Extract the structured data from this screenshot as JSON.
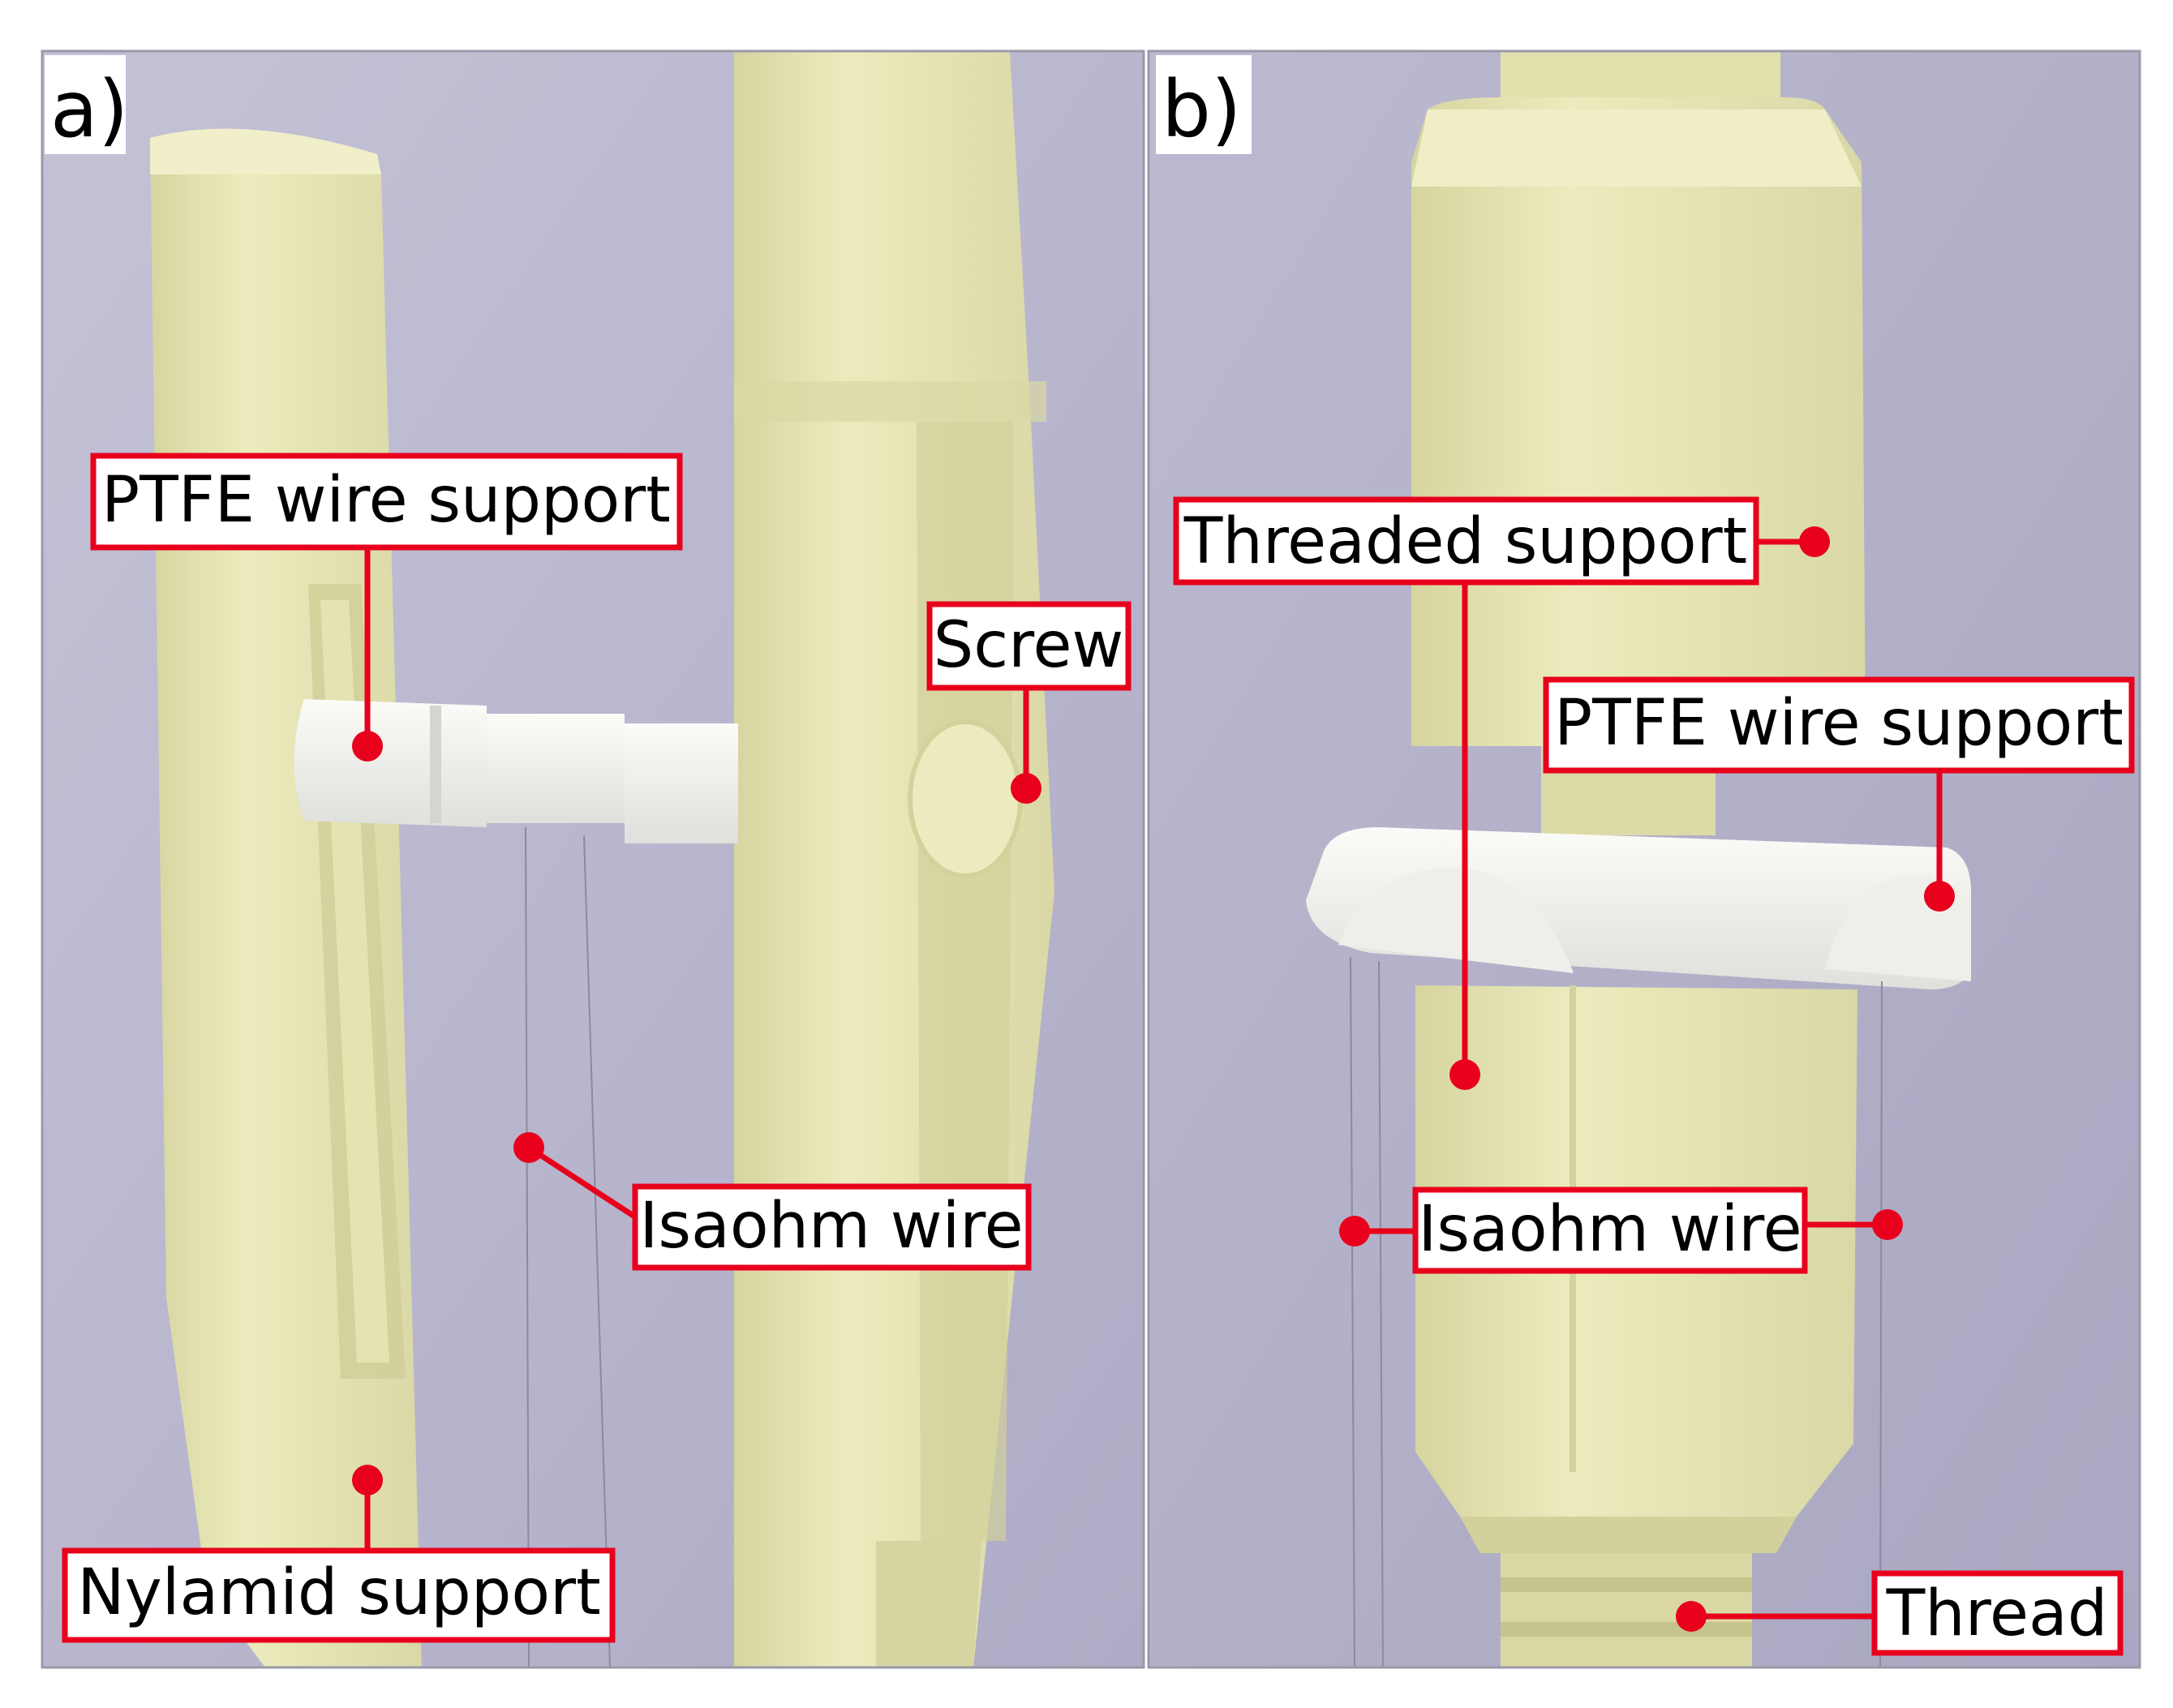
{
  "colors": {
    "wall": "#b6b4cb",
    "nylamid": "#e8e7b7",
    "ptfe": "#f2f3ef",
    "annotation": "#e8001c"
  },
  "panels": {
    "a": {
      "letter": "a)",
      "labels": {
        "ptfe_wire_support": "PTFE wire support",
        "screw": "Screw",
        "isaohm_wire": "Isaohm wire",
        "nylamid_support": "Nylamid support"
      }
    },
    "b": {
      "letter": "b)",
      "labels": {
        "threaded_support": "Threaded support",
        "ptfe_wire_support": "PTFE wire support",
        "isaohm_wire": "Isaohm wire",
        "thread": "Thread"
      }
    }
  }
}
